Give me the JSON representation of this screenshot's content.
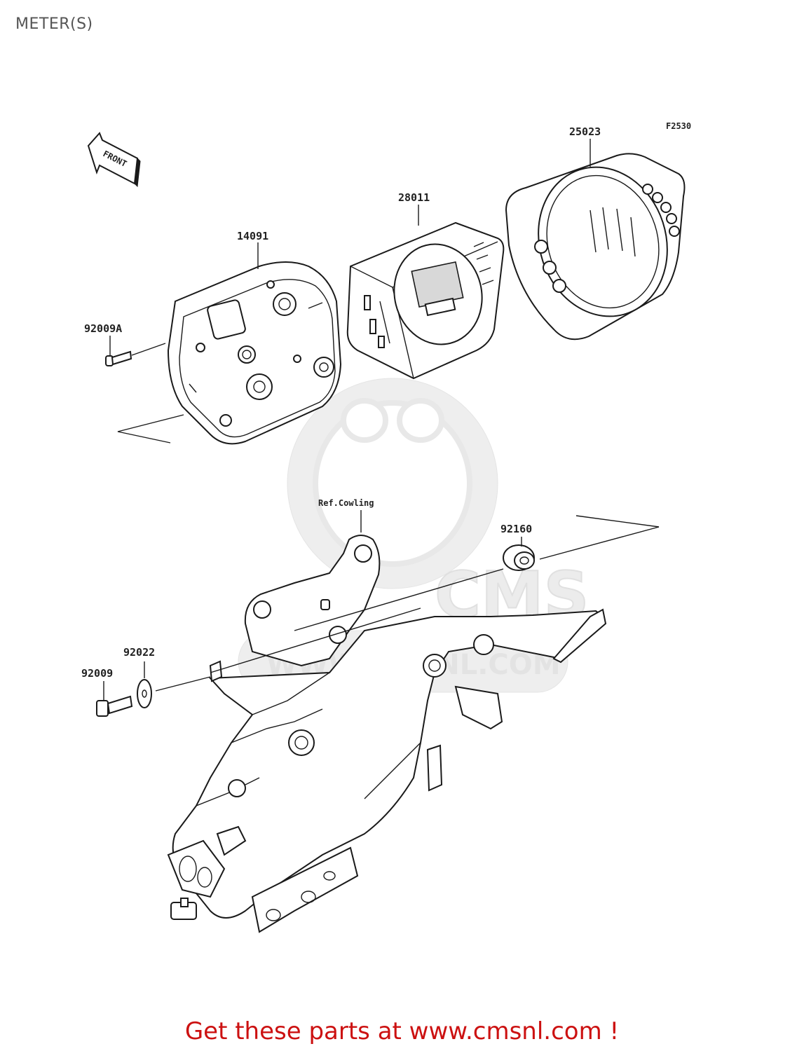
{
  "title": "METER(S)",
  "figure_code": "F2530",
  "front_label": "FRONT",
  "watermark_text": "WWW.CMSNL.COM",
  "watermark_logo": "CMS",
  "parts": {
    "p25023": "25023",
    "p28011": "28011",
    "p14091": "14091",
    "p92009A": "92009A",
    "ref_cowling": "Ref.Cowling",
    "p92160": "92160",
    "p92022": "92022",
    "p92009": "92009"
  },
  "footer": "Get these parts at www.cmsnl.com !",
  "colors": {
    "footer": "#cc1111",
    "title": "#555555"
  }
}
